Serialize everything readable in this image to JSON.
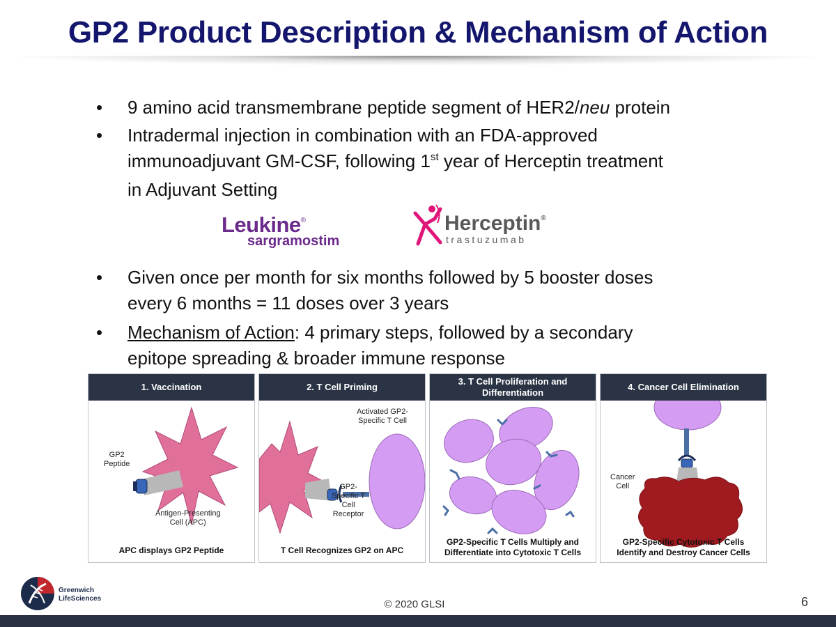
{
  "title": "GP2 Product Description & Mechanism of Action",
  "bullets": {
    "b1_pre": "9 amino acid transmembrane peptide segment of HER2/",
    "b1_italic": "neu",
    "b1_post": " protein",
    "b2_line1": "Intradermal injection in combination with an FDA-approved",
    "b2_line2_pre": "immunoadjuvant GM-CSF, following 1",
    "b2_sup": "st",
    "b2_line2_post": " year of Herceptin treatment",
    "b2_line3": "in Adjuvant Setting",
    "b3_line1": "Given once per month for six months followed by 5 booster doses",
    "b3_line2": "every 6 months = 11 doses over 3 years",
    "b4_link": "Mechanism of Action",
    "b4_line1_post": ": 4 primary steps, followed by a secondary",
    "b4_line2": "epitope spreading & broader immune response",
    "bullet_char": "•"
  },
  "logos": {
    "leukine": {
      "name": "Leukine",
      "reg": "®",
      "sub": "sargramostim",
      "color": "#6b2a8c"
    },
    "herceptin": {
      "name": "Herceptin",
      "reg": "®",
      "sub": "trastuzumab",
      "icon": "herceptin-figure-icon",
      "icon_color": "#e0157a"
    }
  },
  "panels": [
    {
      "heading": "1. Vaccination",
      "labels": [
        "GP2",
        "Peptide",
        "Antigen-Presenting",
        "Cell (APC)"
      ],
      "caption": "APC displays GP2 Peptide"
    },
    {
      "heading": "2. T Cell Priming",
      "labels": [
        "Activated GP2-",
        "Specific T Cell",
        "GP2-",
        "Specific T",
        "Cell",
        "Receptor"
      ],
      "caption": "T Cell Recognizes GP2 on APC"
    },
    {
      "heading_line1": "3. T Cell Proliferation and",
      "heading_line2": "Differentiation",
      "caption_line1": "GP2-Specific T Cells Multiply and",
      "caption_line2": "Differentiate into Cytotoxic T Cells"
    },
    {
      "heading": "4. Cancer Cell Elimination",
      "labels": [
        "Cancer",
        "Cell"
      ],
      "caption_line1": "GP2-Specific Cytotoxic T Cells",
      "caption_line2": "Identify and Destroy Cancer Cells"
    }
  ],
  "colors": {
    "title": "#14166e",
    "apc_pink": "#e0709a",
    "t_cell_purple": "#d49cf2",
    "receptor_blue": "#4a6fa5",
    "cancer_red": "#a01b1f",
    "panel_header": "#2b3445"
  },
  "footer": {
    "company_line1": "Greenwich",
    "company_line2": "LifeSciences",
    "copyright": "© 2020 GLSI",
    "page_number": "6"
  }
}
